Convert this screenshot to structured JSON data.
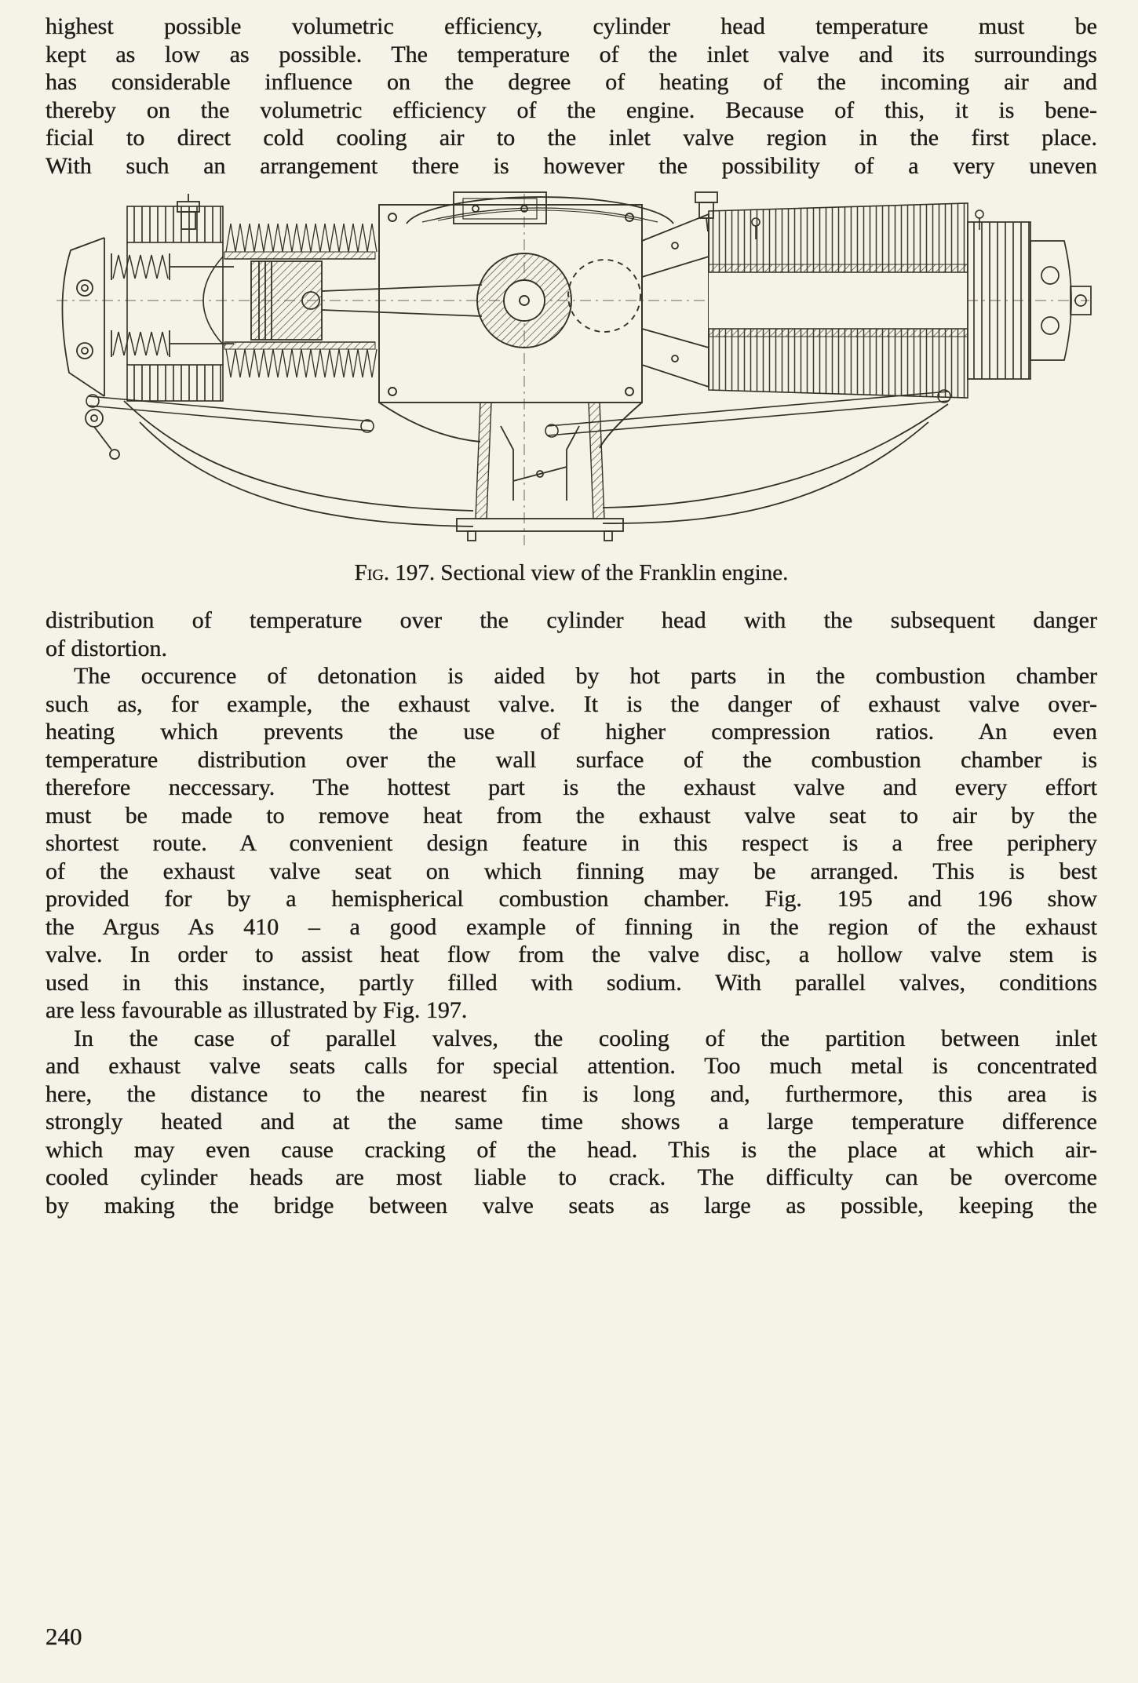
{
  "page": {
    "number": "240",
    "background": "#f5f2e8",
    "ink": "#1f1b16"
  },
  "paragraphs": {
    "p1": {
      "lines": [
        "highest possible volumetric efficiency, cylinder head temperature must be",
        "kept as low as possible. The temperature of the inlet valve and its surroundings",
        "has considerable influence on the degree of heating of the incoming air and",
        "thereby on the volumetric efficiency of the engine. Because of this, it is bene-",
        "ficial to direct cold cooling air to the inlet valve region in the first place.",
        "With such an arrangement there is however the possibility of a very uneven"
      ]
    },
    "p2": {
      "lines": [
        "distribution of temperature over the cylinder head with the subsequent danger",
        "of distortion."
      ]
    },
    "p3": {
      "lines": [
        "The occurence of detonation is aided by hot parts in the combustion chamber",
        "such as, for example, the exhaust valve. It is the danger of exhaust valve over-",
        "heating which prevents the use of higher compression ratios. An even",
        "temperature distribution over the wall surface of the combustion chamber is",
        "therefore neccessary. The hottest part is the exhaust valve and every effort",
        "must be made to remove heat from the exhaust valve seat to air by the",
        "shortest route. A convenient design feature in this respect is a free periphery",
        "of the exhaust valve seat on which finning may be arranged. This is best",
        "provided for by a hemispherical combustion chamber. Fig. 195 and 196 show",
        "the Argus As 410 – a good example of finning in the region of the exhaust",
        "valve. In order to assist heat flow from the valve disc, a hollow valve stem is",
        "used in this instance, partly filled with sodium. With parallel valves, conditions",
        "are less favourable as illustrated by Fig. 197."
      ]
    },
    "p4": {
      "lines": [
        "In the case of parallel valves, the cooling of the partition between inlet",
        "and exhaust valve seats calls for special attention. Too much metal is concentrated",
        "here, the distance to the nearest fin is long and, furthermore, this area is",
        "strongly heated and at the same time shows a large temperature difference",
        "which may even cause cracking of the head. This is the place at which air-",
        "cooled cylinder heads are most liable to crack. The difficulty can be overcome",
        "by making the bridge between valve seats as large as possible, keeping the"
      ]
    }
  },
  "figure": {
    "caption_label": "Fig. 197.",
    "caption_text": " Sectional view of the Franklin engine.",
    "subject": "sectional-view-franklin-engine"
  }
}
